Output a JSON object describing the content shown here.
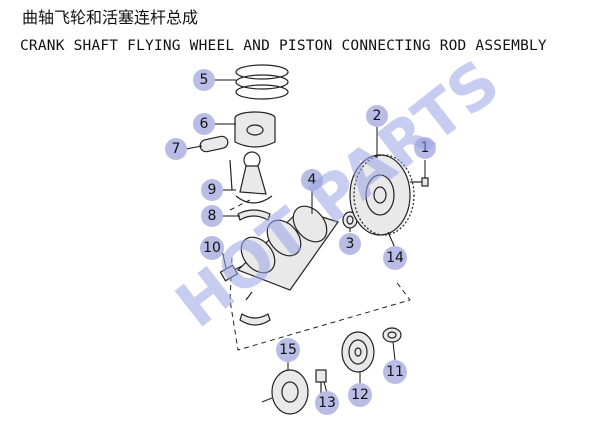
{
  "header": {
    "title_cn": "曲轴飞轮和活塞连杆总成",
    "title_en": "CRANK SHAFT FLYING WHEEL AND PISTON CONNECTING ROD ASSEMBLY"
  },
  "watermark": "HOT PARTS",
  "callouts": [
    {
      "label": "1"
    },
    {
      "label": "2"
    },
    {
      "label": "3"
    },
    {
      "label": "4"
    },
    {
      "label": "5"
    },
    {
      "label": "6"
    },
    {
      "label": "7"
    },
    {
      "label": "8"
    },
    {
      "label": "9"
    },
    {
      "label": "10"
    },
    {
      "label": "11"
    },
    {
      "label": "12"
    },
    {
      "label": "13"
    },
    {
      "label": "14"
    },
    {
      "label": "15"
    }
  ],
  "colors": {
    "callout_fill": "#b9bde6",
    "watermark": "#9aa3e6",
    "line": "#222222"
  }
}
